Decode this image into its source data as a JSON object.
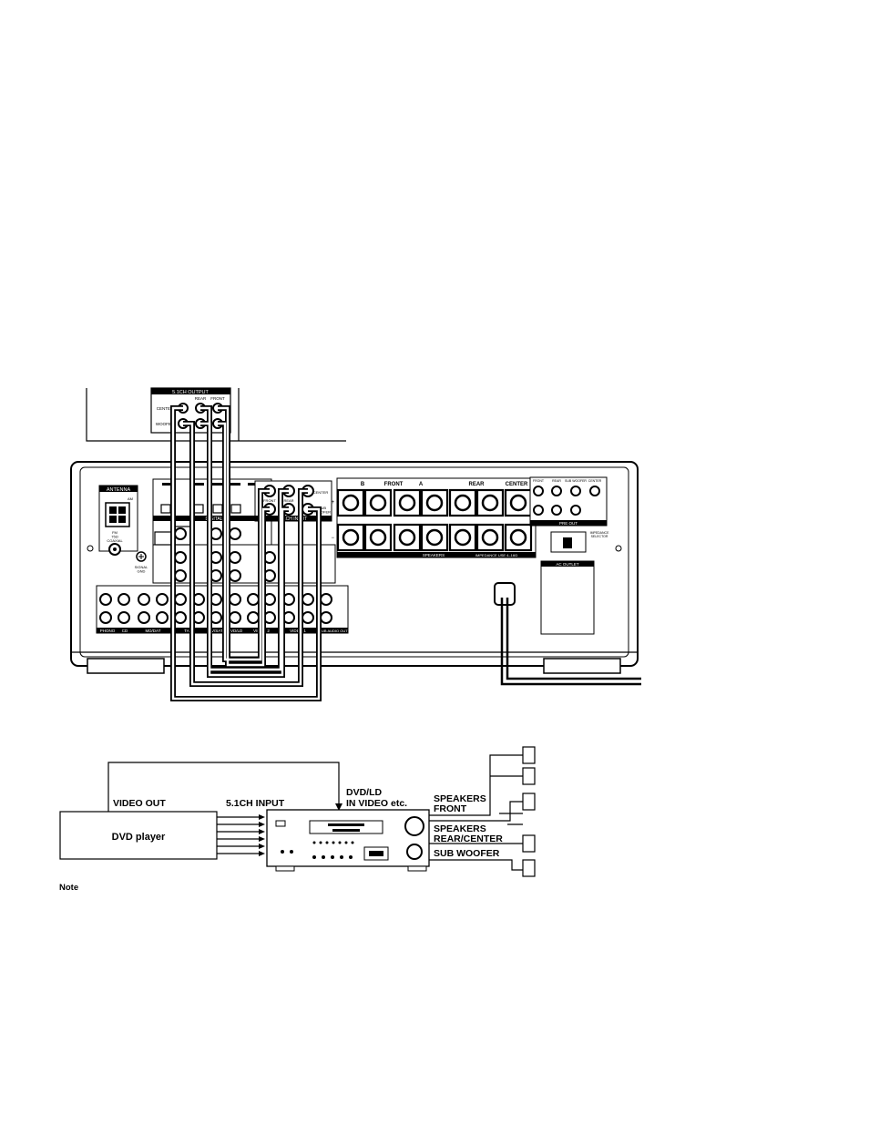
{
  "dvd_unit": {
    "output_label": "5.1CH OUTPUT",
    "rear": "REAR",
    "front": "FRONT",
    "center": "CENTER",
    "woofer": "WOOFER"
  },
  "receiver": {
    "antenna": "ANTENNA",
    "am": "AM",
    "fm_coaxial": "FM\n75Ω\nCOAXIAL",
    "signal_gnd": "SIGNAL\nGND",
    "digital": "DIGITAL",
    "five_ch_input": "5.1CH INPUT",
    "input_front": "FRONT",
    "input_rear": "REAR",
    "input_center": "CENTER",
    "input_woofer": "SUB\nWOOFER",
    "spk_b": "B",
    "spk_front": "FRONT",
    "spk_a": "A",
    "spk_rear": "REAR",
    "spk_center": "CENTER",
    "speakers": "SPEAKERS",
    "impedance": "IMPEDANCE USE 4–16Ω",
    "pre_out": "PRE OUT",
    "pre_front": "FRONT",
    "pre_rear": "REAR",
    "pre_sub": "SUB WOOFER",
    "pre_center": "CENTER",
    "impedance_selector": "IMPEDANCE\nSELECTOR",
    "ac_outlet": "AC OUTLET",
    "phono": "PHONO",
    "cd": "CD",
    "md_dat": "MD/DAT",
    "tape": "TAPE",
    "tv_sat": "TV/SAT",
    "dvd_ld": "DVD/LD",
    "video2": "VIDEO 2",
    "video1": "VIDEO 1",
    "sub_audio_out": "SUB AUDIO OUT"
  },
  "block_diagram": {
    "video_out": "VIDEO OUT",
    "input_51ch": "5.1CH INPUT",
    "dvd_in_line1": "DVD/LD",
    "dvd_in_line2": "IN VIDEO etc.",
    "speakers_front_line1": "SPEAKERS",
    "speakers_front_line2": "FRONT",
    "speakers_rear_line1": "SPEAKERS",
    "speakers_rear_line2": "REAR/CENTER",
    "sub_woofer": "SUB WOOFER",
    "dvd_player": "DVD player"
  },
  "note": "Note"
}
